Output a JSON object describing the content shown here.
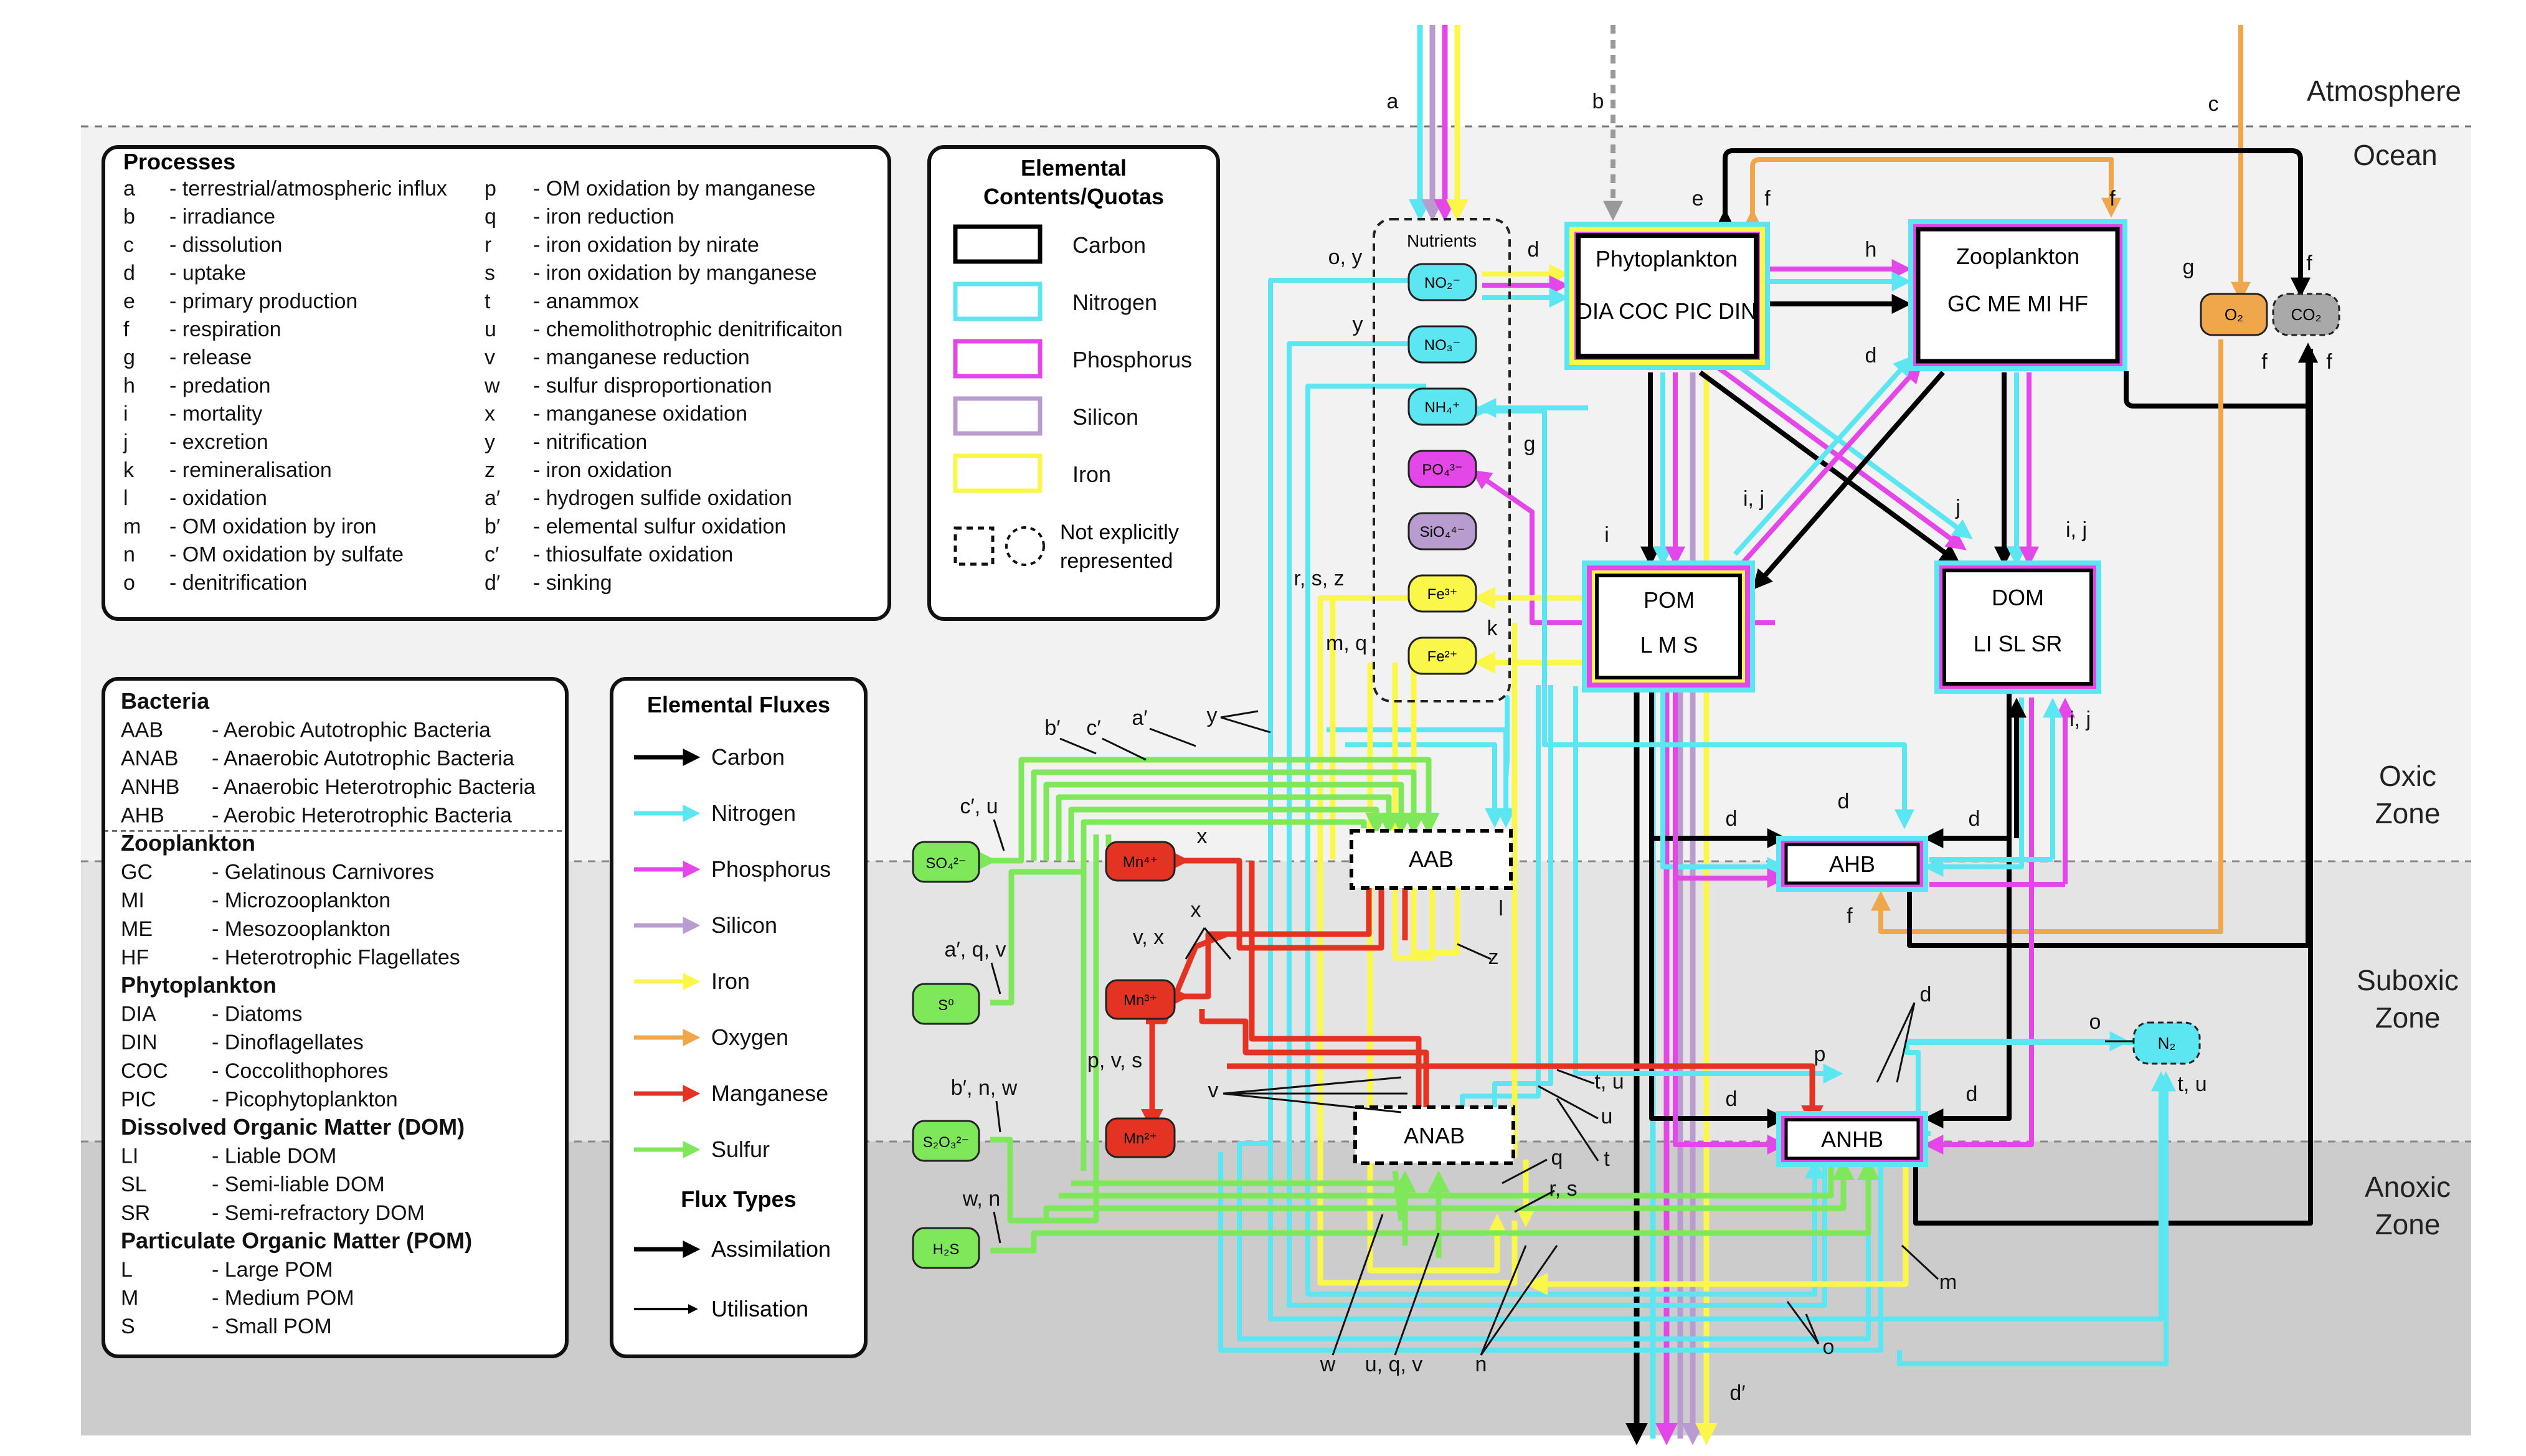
{
  "zones": {
    "atmosphere": "Atmosphere",
    "ocean": "Ocean",
    "oxic": [
      "Oxic",
      "Zone"
    ],
    "suboxic": [
      "Suboxic",
      "Zone"
    ],
    "anoxic": [
      "Anoxic",
      "Zone"
    ]
  },
  "colors": {
    "carbon": "#000000",
    "nitrogen": "#5ce6f2",
    "phosphorus": "#e447e8",
    "silicon": "#b89ccf",
    "iron": "#fbf74a",
    "oxygen": "#f0a64a",
    "manganese": "#e43323",
    "sulfur": "#7ee85a"
  },
  "processes_box": {
    "title": "Processes",
    "left": [
      {
        "key": "a",
        "desc": "- terrestrial/atmospheric influx"
      },
      {
        "key": "b",
        "desc": "- irradiance"
      },
      {
        "key": "c",
        "desc": "- dissolution"
      },
      {
        "key": "d",
        "desc": "- uptake"
      },
      {
        "key": "e",
        "desc": "- primary production"
      },
      {
        "key": "f",
        "desc": "- respiration"
      },
      {
        "key": "g",
        "desc": "- release"
      },
      {
        "key": "h",
        "desc": "- predation"
      },
      {
        "key": "i",
        "desc": "- mortality"
      },
      {
        "key": "j",
        "desc": "- excretion"
      },
      {
        "key": "k",
        "desc": "- remineralisation"
      },
      {
        "key": "l",
        "desc": "- oxidation"
      },
      {
        "key": "m",
        "desc": "- OM oxidation by iron"
      },
      {
        "key": "n",
        "desc": "- OM oxidation by sulfate"
      },
      {
        "key": "o",
        "desc": "- denitrification"
      }
    ],
    "right": [
      {
        "key": "p",
        "desc": "- OM oxidation by manganese"
      },
      {
        "key": "q",
        "desc": "- iron reduction"
      },
      {
        "key": "r",
        "desc": "- iron oxidation by nirate"
      },
      {
        "key": "s",
        "desc": "- iron oxidation by manganese"
      },
      {
        "key": "t",
        "desc": "- anammox"
      },
      {
        "key": "u",
        "desc": "- chemolithotrophic denitrificaiton"
      },
      {
        "key": "v",
        "desc": "- manganese reduction"
      },
      {
        "key": "w",
        "desc": "- sulfur disproportionation"
      },
      {
        "key": "x",
        "desc": "- manganese oxidation"
      },
      {
        "key": "y",
        "desc": "- nitrification"
      },
      {
        "key": "z",
        "desc": "- iron oxidation"
      },
      {
        "key": "a′",
        "desc": "- hydrogen sulfide oxidation"
      },
      {
        "key": "b′",
        "desc": "- elemental sulfur oxidation"
      },
      {
        "key": "c′",
        "desc": "- thiosulfate oxidation"
      },
      {
        "key": "d′",
        "desc": "- sinking"
      }
    ]
  },
  "contents_box": {
    "title_line1": "Elemental",
    "title_line2": "Contents/Quotas",
    "items": [
      {
        "label": "Carbon",
        "color": "#000000"
      },
      {
        "label": "Nitrogen",
        "color": "#5ce6f2"
      },
      {
        "label": "Phosphorus",
        "color": "#e447e8"
      },
      {
        "label": "Silicon",
        "color": "#b89ccf"
      },
      {
        "label": "Iron",
        "color": "#fbf74a"
      }
    ],
    "not_explicit_line1": "Not explicitly",
    "not_explicit_line2": "represented"
  },
  "groups_box": {
    "sections": [
      {
        "title": "Bacteria",
        "rows": [
          {
            "abbr": "AAB",
            "desc": "- Aerobic Autotrophic Bacteria"
          },
          {
            "abbr": "ANAB",
            "desc": "- Anaerobic Autotrophic Bacteria"
          },
          {
            "abbr": "ANHB",
            "desc": "- Anaerobic Heterotrophic Bacteria"
          },
          {
            "abbr": "AHB",
            "desc": "- Aerobic Heterotrophic Bacteria"
          }
        ]
      },
      {
        "title": "Zooplankton",
        "rows": [
          {
            "abbr": "GC",
            "desc": "- Gelatinous Carnivores"
          },
          {
            "abbr": "MI",
            "desc": "- Microzooplankton"
          },
          {
            "abbr": "ME",
            "desc": "- Mesozooplankton"
          },
          {
            "abbr": "HF",
            "desc": "- Heterotrophic Flagellates"
          }
        ]
      },
      {
        "title": "Phytoplankton",
        "rows": [
          {
            "abbr": "DIA",
            "desc": "- Diatoms"
          },
          {
            "abbr": "DIN",
            "desc": "- Dinoflagellates"
          },
          {
            "abbr": "COC",
            "desc": "- Coccolithophores"
          },
          {
            "abbr": "PIC",
            "desc": "- Picophytoplankton"
          }
        ]
      },
      {
        "title": "Dissolved Organic Matter (DOM)",
        "rows": [
          {
            "abbr": "LI",
            "desc": "- Liable DOM"
          },
          {
            "abbr": "SL",
            "desc": "- Semi-liable DOM"
          },
          {
            "abbr": "SR",
            "desc": "- Semi-refractory DOM"
          }
        ]
      },
      {
        "title": "Particulate Organic Matter (POM)",
        "rows": [
          {
            "abbr": "L",
            "desc": "- Large POM"
          },
          {
            "abbr": "M",
            "desc": "- Medium POM"
          },
          {
            "abbr": "S",
            "desc": "- Small POM"
          }
        ]
      }
    ]
  },
  "fluxes_box": {
    "title": "Elemental Fluxes",
    "items": [
      {
        "label": "Carbon",
        "color": "#000000"
      },
      {
        "label": "Nitrogen",
        "color": "#5ce6f2"
      },
      {
        "label": "Phosphorus",
        "color": "#e447e8"
      },
      {
        "label": "Silicon",
        "color": "#b89ccf"
      },
      {
        "label": "Iron",
        "color": "#fbf74a"
      },
      {
        "label": "Oxygen",
        "color": "#f0a64a"
      },
      {
        "label": "Manganese",
        "color": "#e43323"
      },
      {
        "label": "Sulfur",
        "color": "#7ee85a"
      }
    ],
    "types_title": "Flux Types",
    "types": [
      "Assimilation",
      "Utilisation"
    ]
  },
  "compartments": {
    "phyto": {
      "title": "Phytoplankton",
      "sub": "DIA  COC  PIC  DIN"
    },
    "zoo": {
      "title": "Zooplankton",
      "sub": "GC  ME  MI  HF"
    },
    "pom": {
      "title": "POM",
      "sub": "L  M  S"
    },
    "dom": {
      "title": "DOM",
      "sub": "LI  SL  SR"
    },
    "ahb": "AHB",
    "anhb": "ANHB",
    "aab": "AAB",
    "anab": "ANAB"
  },
  "nutrients": {
    "title": "Nutrients",
    "items": [
      {
        "label": "NO₂⁻",
        "color": "#5ce6f2"
      },
      {
        "label": "NO₃⁻",
        "color": "#5ce6f2"
      },
      {
        "label": "NH₄⁺",
        "color": "#5ce6f2"
      },
      {
        "label": "PO₄³⁻",
        "color": "#e447e8"
      },
      {
        "label": "SiO₄⁴⁻",
        "color": "#b89ccf"
      },
      {
        "label": "Fe³⁺",
        "color": "#fbf74a"
      },
      {
        "label": "Fe²⁺",
        "color": "#fbf74a"
      }
    ]
  },
  "gases": {
    "o2": "O₂",
    "co2": "CO₂",
    "n2": "N₂"
  },
  "sulfur_species": [
    "SO₄²⁻",
    "S⁰",
    "S₂O₃²⁻",
    "H₂S"
  ],
  "manganese_species": [
    "Mn⁴⁺",
    "Mn³⁺",
    "Mn²⁺"
  ],
  "flux_labels": {
    "a": "a",
    "b": "b",
    "c": "c",
    "e": "e",
    "f": "f",
    "g": "g",
    "h": "h",
    "d": "d",
    "i": "i",
    "j": "j",
    "ij": "i, j",
    "k": "k",
    "l": "l",
    "m": "m",
    "n": "n",
    "o": "o",
    "p": "p",
    "q": "q",
    "w": "w",
    "x": "x",
    "y": "y",
    "z": "z",
    "oy": "o, y",
    "rsz": "r, s, z",
    "mq": "m, q",
    "bp": "b′",
    "cp": "c′",
    "ap": "a′",
    "cpu": "c′, u",
    "apqv": "a′, q, v",
    "bpnw": "b′, n, w",
    "wn": "w, n",
    "vx": "v, x",
    "pvs": "p, v, s",
    "v": "v",
    "tu": "t, u",
    "u": "u",
    "t": "t",
    "rs": "r, s",
    "uqv": "u, q, v",
    "dp": "d′"
  }
}
